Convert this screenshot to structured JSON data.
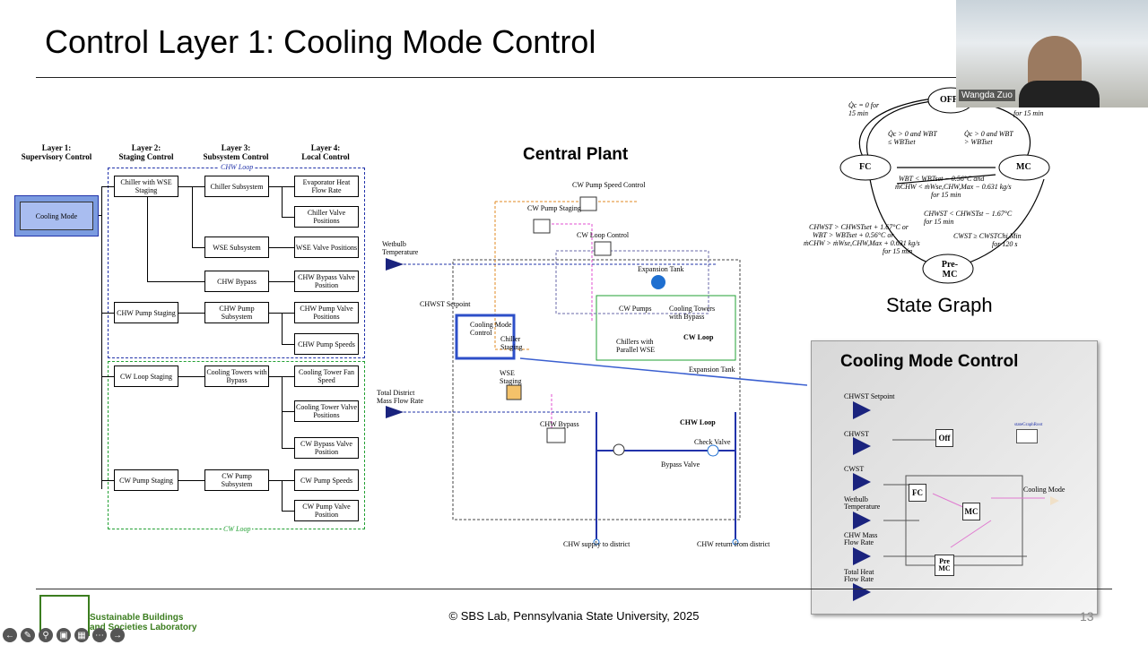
{
  "slide": {
    "title": "Control Layer 1: Cooling Mode Control",
    "footer": "© SBS Lab, Pennsylvania State University, 2025",
    "page_number": "13",
    "logo_line1": "Sustainable Buildings",
    "logo_line2": "and Societies Laboratory"
  },
  "hierarchy": {
    "layers": [
      {
        "title": "Layer 1:",
        "subtitle": "Supervisory Control"
      },
      {
        "title": "Layer 2:",
        "subtitle": "Staging Control"
      },
      {
        "title": "Layer 3:",
        "subtitle": "Subsystem Control"
      },
      {
        "title": "Layer 4:",
        "subtitle": "Local Control"
      }
    ],
    "l1": "Cooling Mode",
    "chw_loop_label": "CHW Loop",
    "cw_loop_label": "CW Loop",
    "l2": [
      "Chiller with WSE Staging",
      "CHW Pump Staging",
      "CW Loop Staging",
      "CW Pump Staging"
    ],
    "l3": [
      "Chiller Subsystem",
      "WSE Subsystem",
      "CHW Bypass",
      "CHW Pump Subsystem",
      "Cooling Towers with Bypass",
      "CW Pump Subsystem"
    ],
    "l4": [
      "Evaporator Heat Flow Rate",
      "Chiller Valve Positions",
      "WSE Valve Positions",
      "CHW Bypass Valve Position",
      "CHW Pump Valve Positions",
      "CHW Pump Speeds",
      "Cooling Tower Fan Speed",
      "Cooling Tower Valve Positions",
      "CW Bypass Valve Position",
      "CW Pump Speeds",
      "CW Pump Valve Position"
    ]
  },
  "plant": {
    "title": "Central Plant",
    "labels": {
      "cw_pump_speed": "CW Pump Speed Control",
      "cw_pump_staging": "CW Pump Staging",
      "cw_loop_control": "CW Loop Control",
      "wetbulb": "Wetbulb Temperature",
      "expansion_tank": "Expansion Tank",
      "cw_pumps": "CW Pumps",
      "cooling_towers": "Cooling Towers with Bypass",
      "chwst_setpoint": "CHWST Setpoint",
      "cooling_mode_control": "Cooling Mode Control",
      "chiller_staging": "Chiller Staging",
      "chillers_wse": "Chillers with Parallel WSE",
      "cw_loop": "CW Loop",
      "expansion_tank2": "Expansion Tank",
      "wse_staging": "WSE Staging",
      "total_district": "Total District Mass Flow Rate",
      "chw_bypass": "CHW Bypass",
      "chw_loop": "CHW Loop",
      "check_valve": "Check Valve",
      "bypass_valve": "Bypass Valve",
      "chw_supply": "CHW supply to district",
      "chw_return": "CHW return from district"
    }
  },
  "state_graph": {
    "title": "State Graph",
    "states": [
      "OFF",
      "FC",
      "MC",
      "Pre-MC"
    ],
    "conditions": {
      "off_left": "Q̇c = 0 for 15 min",
      "off_right": "for 15 min",
      "to_fc": "Q̇c > 0 and WBT ≤ WBTset",
      "to_mc": "Q̇c > 0 and WBT > WBTset",
      "fc_mc_top": "WBT < WBTset − 0.56°C and",
      "fc_mc_mid": "ṁCHW < ṁWse,CHW,Max − 0.631 kg/s",
      "fc_mc_bot": "for 15 min",
      "fc_pre_1": "CHWST > CHWSTset + 1.67°C or",
      "fc_pre_2": "WBT > WBTset + 0.56°C or",
      "fc_pre_3": "ṁCHW > ṁWse,CHW,Max + 0.631 kg/s",
      "fc_pre_4": "for 15 min",
      "mc_fc_1": "CHWST < CHWSTst − 1.67°C",
      "mc_fc_2": "for 15 min",
      "pre_mc_1": "CWST ≥ CWSTChi,Min",
      "pre_mc_2": "for 120 s"
    }
  },
  "cooling_mode_panel": {
    "title": "Cooling Mode Control",
    "inputs": [
      "CHWST Setpoint",
      "CHWST",
      "CWST",
      "Wetbulb Temperature",
      "CHW Mass Flow Rate",
      "Total Heat Flow Rate"
    ],
    "blocks": [
      "Off",
      "FC",
      "MC",
      "Pre MC"
    ],
    "output": "Cooling Mode",
    "state_graph_root": "stateGraphRoot"
  },
  "video": {
    "name": "Wangda Zuo"
  },
  "colors": {
    "navy": "#1a237e",
    "chw_loop": "#2233aa",
    "cw_loop": "#22a033",
    "hierarchy_fill": "#7b9be0"
  }
}
